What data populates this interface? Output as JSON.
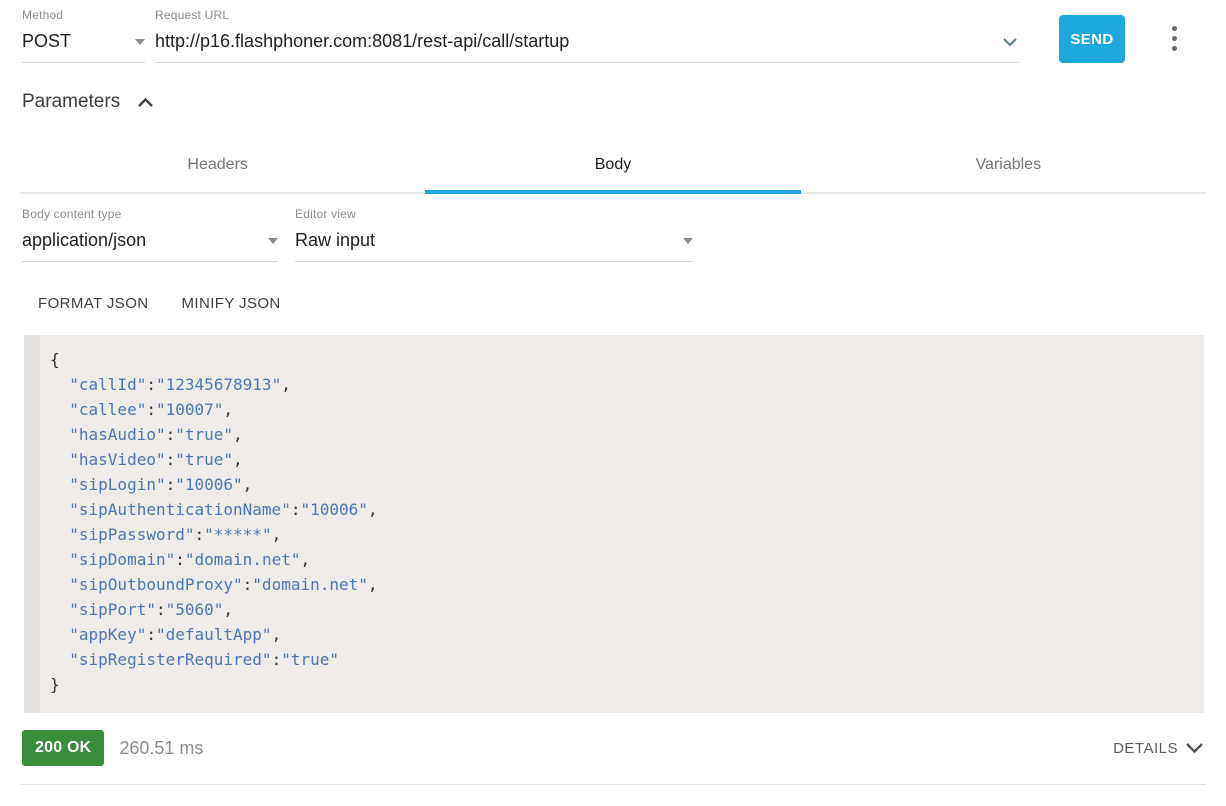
{
  "colors": {
    "accent_blue": "#1CA8DC",
    "status_green": "#388E3C",
    "code_string": "#4D77B8",
    "code_punct": "#333333",
    "editor_bg": "#EFEBE9",
    "editor_gutter": "#E3DFDC"
  },
  "request": {
    "method_label": "Method",
    "method_value": "POST",
    "url_label": "Request URL",
    "url_value": "http://p16.flashphoner.com:8081/rest-api/call/startup",
    "send_label": "SEND",
    "url_icon": "chevron-down",
    "menu_icon": "kebab-menu"
  },
  "parameters": {
    "title": "Parameters",
    "collapse_icon": "chevron-up"
  },
  "tabs": [
    {
      "label": "Headers",
      "active": false
    },
    {
      "label": "Body",
      "active": true
    },
    {
      "label": "Variables",
      "active": false
    }
  ],
  "body_options": {
    "content_type_label": "Body content type",
    "content_type_value": "application/json",
    "editor_view_label": "Editor view",
    "editor_view_value": "Raw input"
  },
  "editor_actions": {
    "format_label": "FORMAT JSON",
    "minify_label": "MINIFY JSON"
  },
  "editor": {
    "language": "json",
    "lines": [
      "{",
      "  \"callId\":\"12345678913\",",
      "  \"callee\":\"10007\",",
      "  \"hasAudio\":\"true\",",
      "  \"hasVideo\":\"true\",",
      "  \"sipLogin\":\"10006\",",
      "  \"sipAuthenticationName\":\"10006\",",
      "  \"sipPassword\":\"*****\",",
      "  \"sipDomain\":\"domain.net\",",
      "  \"sipOutboundProxy\":\"domain.net\",",
      "  \"sipPort\":\"5060\",",
      "  \"appKey\":\"defaultApp\",",
      "  \"sipRegisterRequired\":\"true\"",
      "}"
    ]
  },
  "response": {
    "status": "200 OK",
    "time": "260.51 ms",
    "details_label": "DETAILS",
    "details_icon": "chevron-down"
  }
}
